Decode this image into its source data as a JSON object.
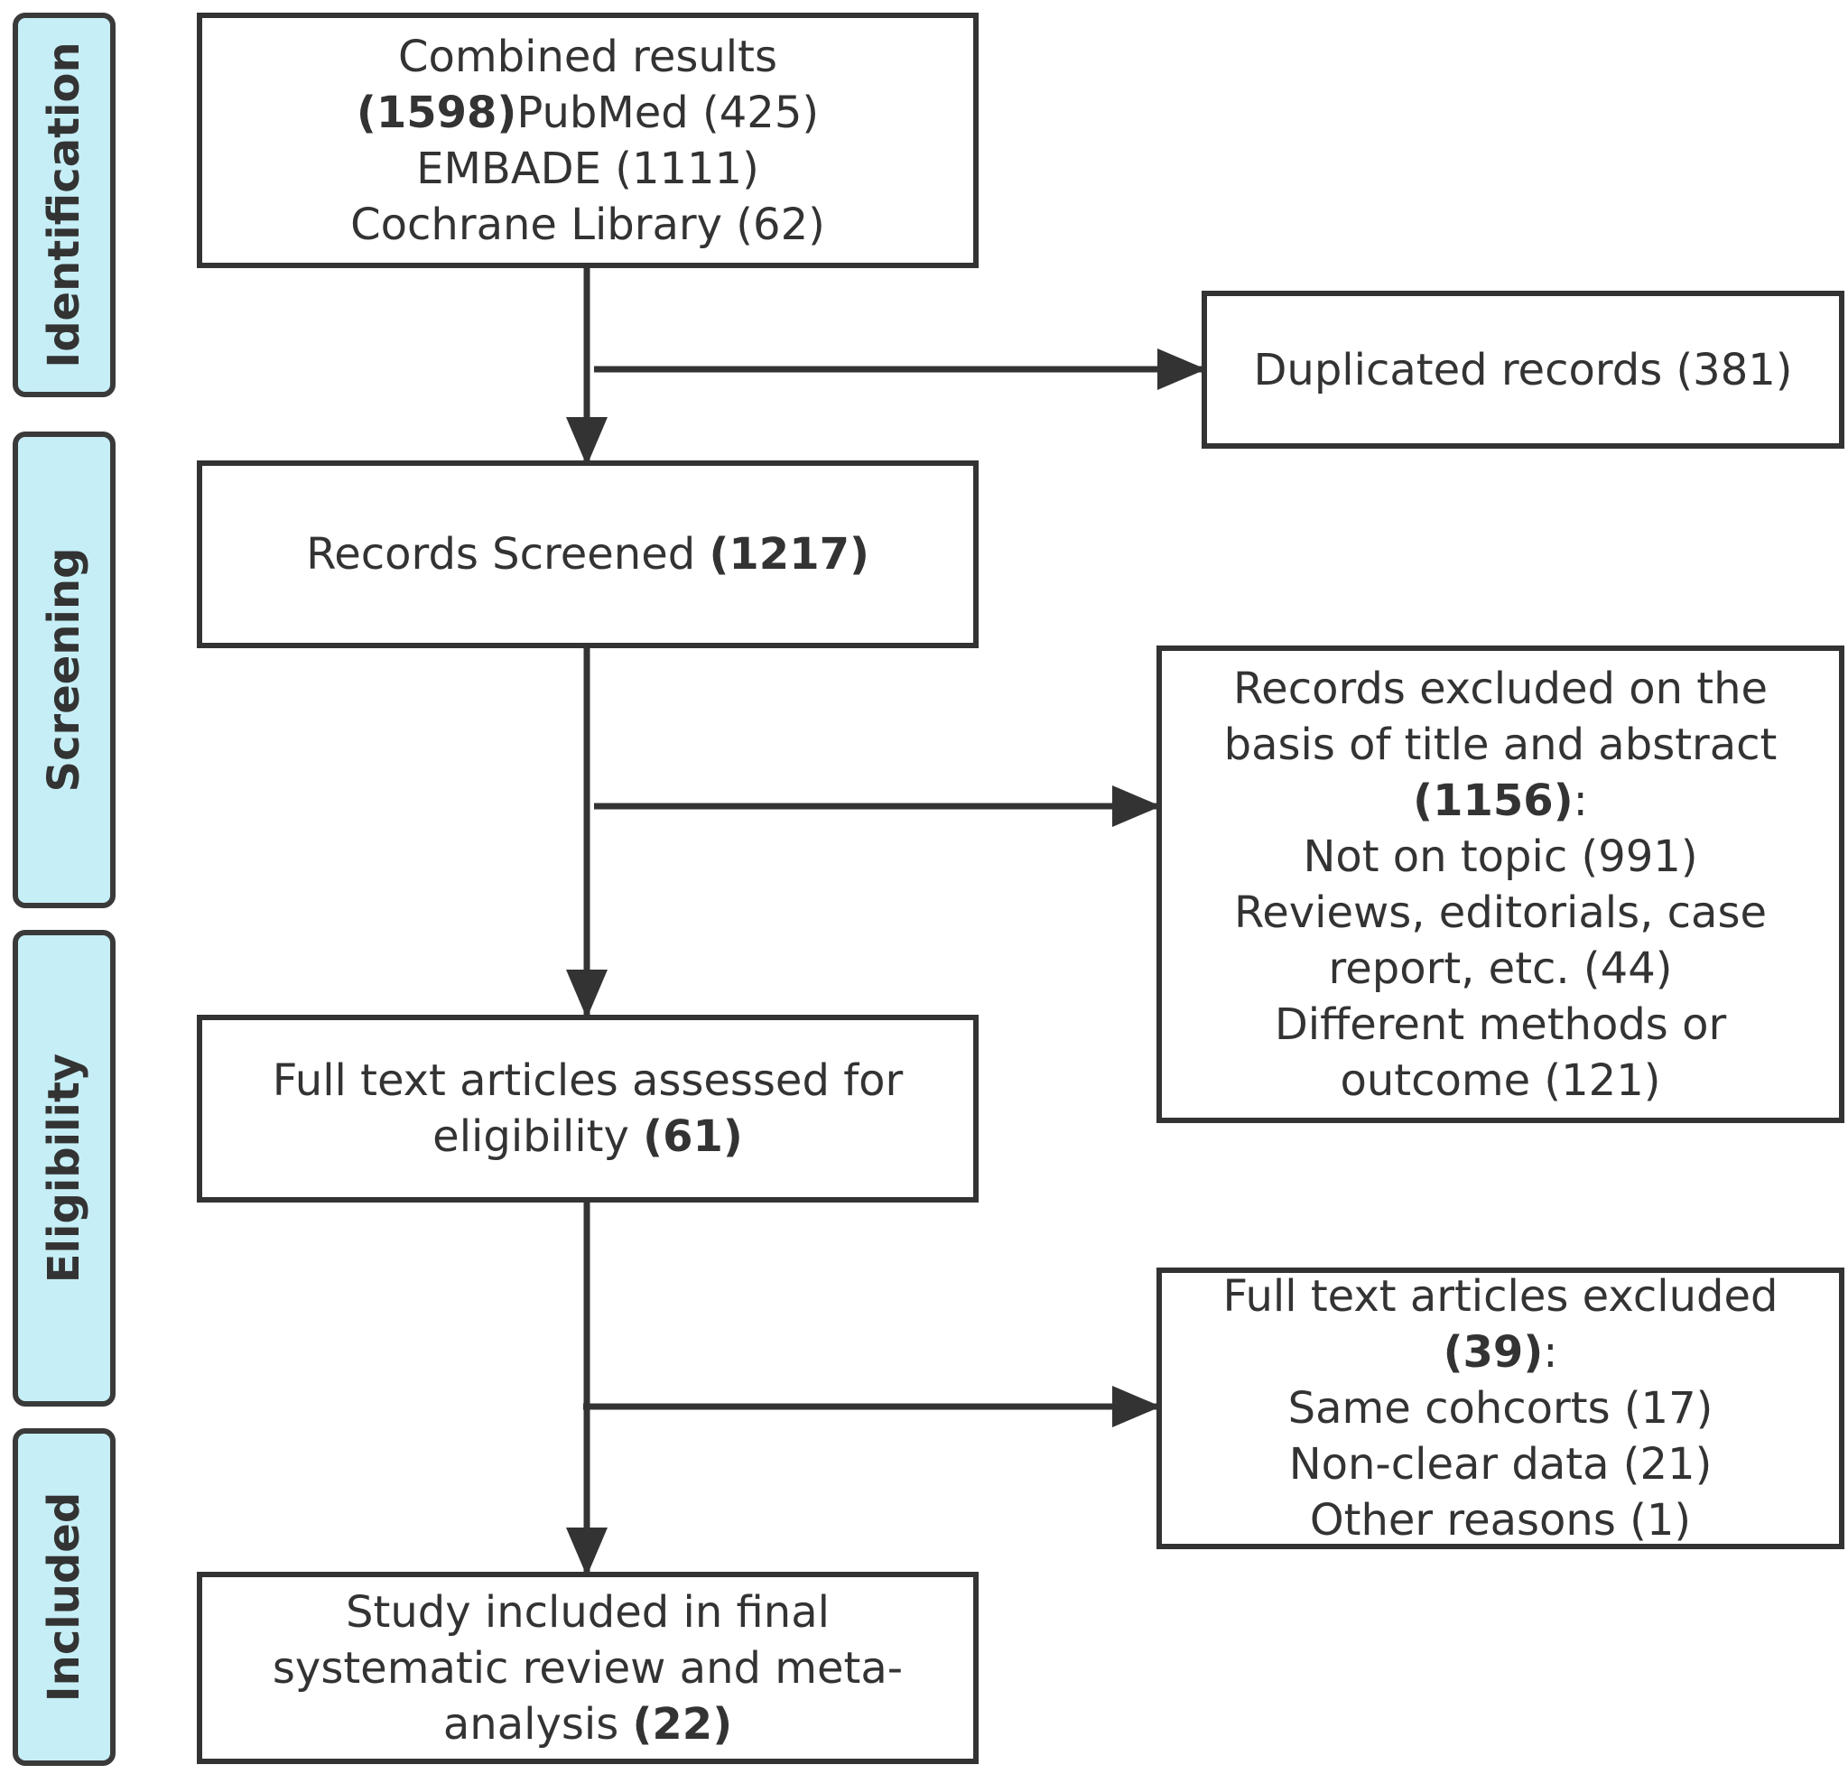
{
  "phases": {
    "identification": "Identification",
    "screening": "Screening",
    "eligibility": "Eligibility",
    "included": "Included"
  },
  "combined": {
    "line1": "Combined results",
    "line2_bold": "(1598)",
    "line2_rest": "PubMed (425)",
    "line3": "EMBADE (1111)",
    "line4": "Cochrane Library (62)"
  },
  "duplicated": {
    "text": "Duplicated records (381)"
  },
  "screened": {
    "text": "Records Screened ",
    "count": "(1217)"
  },
  "excluded_title": {
    "line1": "Records excluded on the",
    "line2": "basis of title and abstract",
    "count": "(1156)",
    "colon": ":",
    "line4": "Not on topic (991)",
    "line5": "Reviews, editorials, case",
    "line6": "report, etc. (44)",
    "line7": "Different methods or",
    "line8": "outcome (121)"
  },
  "fulltext": {
    "line1": "Full text articles assessed for",
    "line2": "eligibility ",
    "count": "(61)"
  },
  "fulltext_excluded": {
    "line1": "Full text articles excluded",
    "count": "(39)",
    "colon": ":",
    "line3": "Same cohcorts (17)",
    "line4": "Non-clear data (21)",
    "line5": "Other reasons (1)"
  },
  "included": {
    "line1": "Study included in final",
    "line2": "systematic review and meta-",
    "line3": "analysis ",
    "count": "(22)"
  }
}
